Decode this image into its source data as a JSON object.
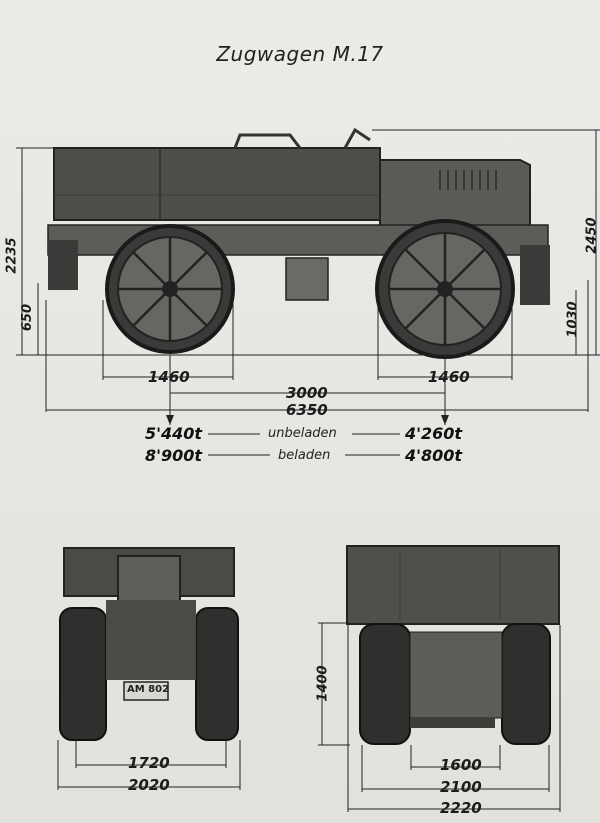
{
  "title": "Zugwagen M.17",
  "side_view": {
    "dimensions": {
      "wheel_left": "1460",
      "wheel_right": "1460",
      "wheelbase": "3000",
      "length": "6350",
      "height_total": "2450",
      "height_body": "2235",
      "height_frame": "650",
      "ground_clearance": "1030"
    },
    "weights": {
      "unloaded_left": "5'440t",
      "unloaded_label": "unbeladen",
      "unloaded_right": "4'260t",
      "loaded_left": "8'900t",
      "loaded_label": "beladen",
      "loaded_right": "4'800t"
    }
  },
  "front_view": {
    "track": "1720",
    "width": "2020",
    "plate": "AM 802"
  },
  "rear_view": {
    "height": "1400",
    "track_inner": "1600",
    "track": "2100",
    "width": "2220"
  }
}
